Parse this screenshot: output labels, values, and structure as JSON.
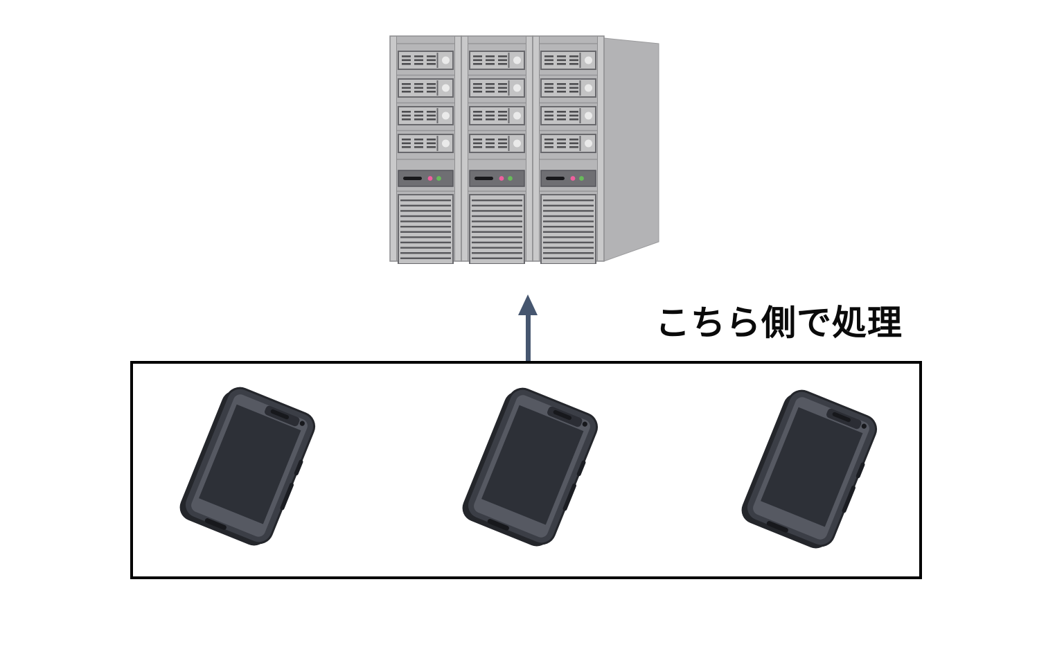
{
  "page": {
    "background": "#ffffff"
  },
  "caption": {
    "text": "こちら側で処理"
  },
  "arrow": {
    "name": "arrow-up",
    "direction": "up",
    "color": "#46566f"
  },
  "server": {
    "icon": "server-rack-illustration",
    "rack_count": 3,
    "colors": {
      "body": "#b6b6b8",
      "panel": "#c3c3c4",
      "rail": "#c9c9ca",
      "side": "#b3b3b5",
      "vent_line": "#56565a",
      "button": "#eaeaea",
      "display_slot": "#18181b",
      "led_pink": "#ee5f9d",
      "led_green": "#68ba5b"
    }
  },
  "devices_box": {
    "border_color": "#000000",
    "devices": [
      {
        "icon": "smartphone-illustration"
      },
      {
        "icon": "smartphone-illustration"
      },
      {
        "icon": "smartphone-illustration"
      }
    ],
    "device_colors": {
      "body": "#3b3e46",
      "bezel": "#565962",
      "screen": "#2d3037",
      "detail": "#17181c"
    }
  },
  "colors": {
    "arrow-color": "#46566f",
    "box-border-color": "#000000",
    "caption-color": "#0a0a0a"
  }
}
